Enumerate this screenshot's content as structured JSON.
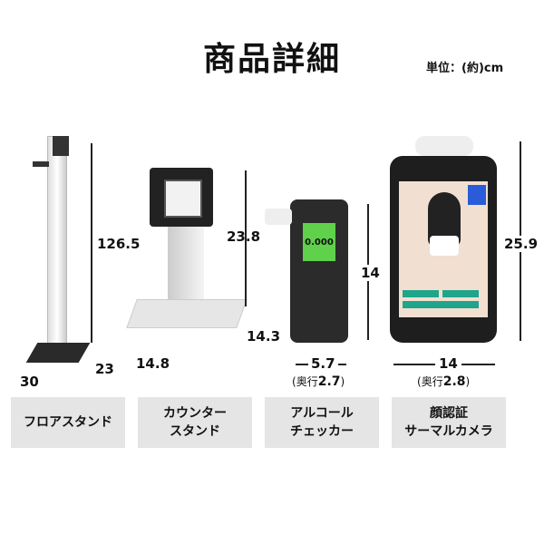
{
  "title": "商品詳細",
  "unit": "単位：(約)cm",
  "products": [
    {
      "name": "フロアスタンド",
      "dims": {
        "height": "126.5",
        "width": "30",
        "depth": "23"
      }
    },
    {
      "name": "カウンター\nスタンド",
      "dims": {
        "height": "23.8",
        "width": "14.8",
        "depth": "14.3"
      }
    },
    {
      "name": "アルコール\nチェッカー",
      "dims": {
        "height": "14",
        "width": "5.7",
        "depth_label": "奥行",
        "depth": "2.7"
      },
      "screen_value": "0.000"
    },
    {
      "name": "顔認証\nサーマルカメラ",
      "dims": {
        "height": "25.9",
        "width": "14",
        "depth_label": "奥行",
        "depth": "2.8"
      }
    }
  ],
  "colors": {
    "label_bg": "#e5e5e5",
    "checker_screen": "#5fd14a",
    "camera_buttons": "#1fa58a"
  }
}
